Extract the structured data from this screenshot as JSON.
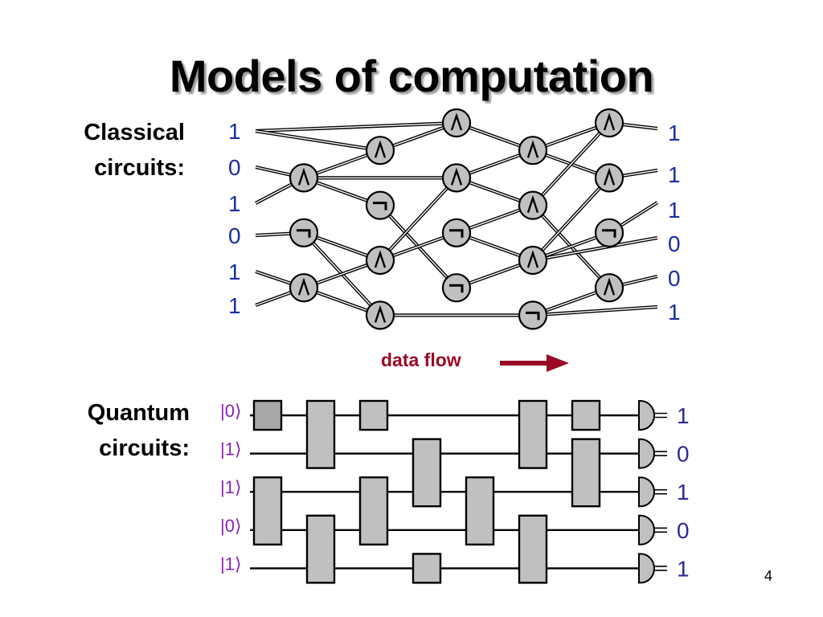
{
  "slide": {
    "title": "Models of computation",
    "page_number": "4"
  },
  "classical": {
    "label_line1": "Classical",
    "label_line2": "circuits:",
    "inputs": [
      "1",
      "0",
      "1",
      "0",
      "1",
      "1"
    ],
    "outputs": [
      "1",
      "1",
      "1",
      "0",
      "0",
      "1"
    ],
    "gate_symbols": {
      "and": "∧",
      "not": "¬"
    },
    "gates": [
      {
        "id": "g1",
        "type": "and",
        "col": 1,
        "row": 2
      },
      {
        "id": "g2",
        "type": "not",
        "col": 1,
        "row": 4
      },
      {
        "id": "g3",
        "type": "and",
        "col": 1,
        "row": 6
      },
      {
        "id": "g4",
        "type": "and",
        "col": 2,
        "row": 1
      },
      {
        "id": "g5",
        "type": "not",
        "col": 2,
        "row": 3
      },
      {
        "id": "g6",
        "type": "and",
        "col": 2,
        "row": 5
      },
      {
        "id": "g7",
        "type": "and",
        "col": 2,
        "row": 7
      },
      {
        "id": "g8",
        "type": "and",
        "col": 3,
        "row": 0
      },
      {
        "id": "g9",
        "type": "and",
        "col": 3,
        "row": 2
      },
      {
        "id": "g10",
        "type": "not",
        "col": 3,
        "row": 4
      },
      {
        "id": "g11",
        "type": "not",
        "col": 3,
        "row": 6
      },
      {
        "id": "g12",
        "type": "and",
        "col": 4,
        "row": 1
      },
      {
        "id": "g13",
        "type": "and",
        "col": 4,
        "row": 3
      },
      {
        "id": "g14",
        "type": "and",
        "col": 4,
        "row": 5
      },
      {
        "id": "g15",
        "type": "not",
        "col": 4,
        "row": 7
      },
      {
        "id": "g16",
        "type": "and",
        "col": 5,
        "row": 0
      },
      {
        "id": "g17",
        "type": "and",
        "col": 5,
        "row": 2
      },
      {
        "id": "g18",
        "type": "not",
        "col": 5,
        "row": 4
      },
      {
        "id": "g19",
        "type": "and",
        "col": 5,
        "row": 6
      }
    ],
    "wires": [
      [
        "in0",
        "g8"
      ],
      [
        "in0",
        "g4"
      ],
      [
        "in1",
        "g1"
      ],
      [
        "in2",
        "g1"
      ],
      [
        "in3",
        "g2"
      ],
      [
        "in4",
        "g3"
      ],
      [
        "in5",
        "g3"
      ],
      [
        "g1",
        "g4"
      ],
      [
        "g1",
        "g9"
      ],
      [
        "g1",
        "g5"
      ],
      [
        "g2",
        "g6"
      ],
      [
        "g2",
        "g7"
      ],
      [
        "g3",
        "g6"
      ],
      [
        "g3",
        "g7"
      ],
      [
        "g4",
        "g8"
      ],
      [
        "g5",
        "g11"
      ],
      [
        "g6",
        "g9"
      ],
      [
        "g6",
        "g10"
      ],
      [
        "g7",
        "g15"
      ],
      [
        "g8",
        "g12"
      ],
      [
        "g9",
        "g12"
      ],
      [
        "g9",
        "g13"
      ],
      [
        "g10",
        "g13"
      ],
      [
        "g10",
        "g14"
      ],
      [
        "g11",
        "g14"
      ],
      [
        "g12",
        "g16"
      ],
      [
        "g12",
        "g17"
      ],
      [
        "g13",
        "g16"
      ],
      [
        "g13",
        "g19"
      ],
      [
        "g14",
        "g17"
      ],
      [
        "g14",
        "g18"
      ],
      [
        "g14",
        "out3"
      ],
      [
        "g15",
        "g19"
      ],
      [
        "g15",
        "out5"
      ],
      [
        "g16",
        "out0"
      ],
      [
        "g17",
        "out1"
      ],
      [
        "g18",
        "out2"
      ],
      [
        "g19",
        "out4"
      ]
    ]
  },
  "data_flow": {
    "label": "data flow",
    "color": "#9b0a24"
  },
  "quantum": {
    "label_line1": "Quantum",
    "label_line2": "circuits:",
    "inputs": [
      "|0⟩",
      "|1⟩",
      "|1⟩",
      "|0⟩",
      "|1⟩"
    ],
    "outputs": [
      "1",
      "0",
      "1",
      "0",
      "1"
    ],
    "gates": [
      {
        "col": 0,
        "qubits": [
          0
        ],
        "shade": "dark"
      },
      {
        "col": 0,
        "qubits": [
          2,
          3
        ]
      },
      {
        "col": 1,
        "qubits": [
          0,
          1
        ]
      },
      {
        "col": 1,
        "qubits": [
          3,
          4
        ]
      },
      {
        "col": 2,
        "qubits": [
          0
        ]
      },
      {
        "col": 2,
        "qubits": [
          2,
          3
        ]
      },
      {
        "col": 3,
        "qubits": [
          1,
          2
        ]
      },
      {
        "col": 3,
        "qubits": [
          4
        ]
      },
      {
        "col": 4,
        "qubits": [
          2,
          3
        ]
      },
      {
        "col": 5,
        "qubits": [
          0,
          1
        ]
      },
      {
        "col": 5,
        "qubits": [
          3,
          4
        ]
      },
      {
        "col": 6,
        "qubits": [
          0
        ]
      },
      {
        "col": 6,
        "qubits": [
          1,
          2
        ]
      }
    ]
  },
  "colors": {
    "gate_fill": "#c0c0c0",
    "gate_fill_dark": "#a8a8a8",
    "bit_text": "#1a2fa0",
    "ket_text": "#8a1fb8"
  }
}
